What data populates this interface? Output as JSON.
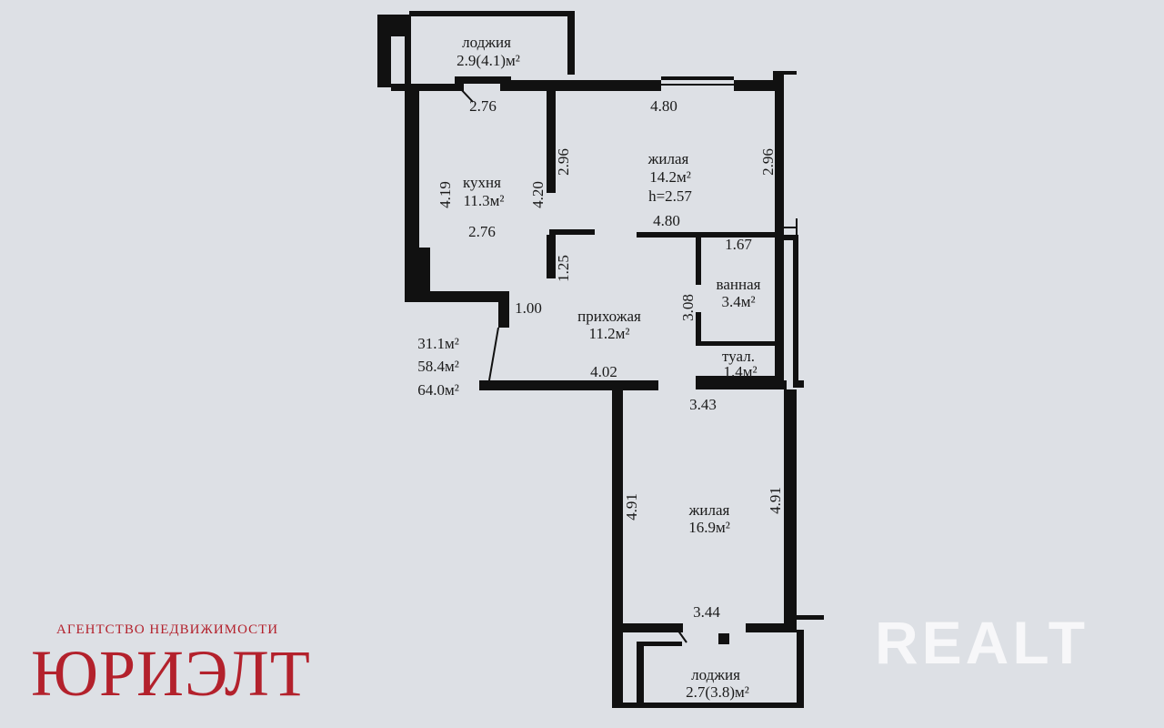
{
  "colors": {
    "background": "#dde0e5",
    "wall": "#111111",
    "brand_red": "#b3212c",
    "watermark": "#ffffff"
  },
  "rooms": {
    "loggia_top": {
      "name": "лоджия",
      "area": "2.9(4.1)м²"
    },
    "kitchen": {
      "name": "кухня",
      "area": "11.3м²"
    },
    "living_top": {
      "name": "жилая",
      "area": "14.2м²",
      "height": "h=2.57"
    },
    "hallway": {
      "name": "прихожая",
      "area": "11.2м²"
    },
    "bathroom": {
      "name": "ванная",
      "area": "3.4м²"
    },
    "toilet": {
      "name": "туал.",
      "area": "1.4м²"
    },
    "living_bottom": {
      "name": "жилая",
      "area": "16.9м²"
    },
    "loggia_bottom": {
      "name": "лоджия",
      "area": "2.7(3.8)м²"
    }
  },
  "totals": [
    "31.1м²",
    "58.4м²",
    "64.0м²"
  ],
  "dimensions": {
    "kitchen_top": "2.76",
    "living_top_top": "4.80",
    "living_top_right": "2.96",
    "living_top_left": "2.96",
    "kitchen_left": "4.19",
    "kitchen_right": "4.20",
    "kitchen_width": "2.76",
    "living_top_bottom": "4.80",
    "bath_top": "1.67",
    "hall_left": "1.25",
    "hall_door": "1.00",
    "bath_left": "3.08",
    "hall_bottom": "4.02",
    "bedroom_top": "3.43",
    "bedroom_left": "4.91",
    "bedroom_right": "4.91",
    "bedroom_bottom": "3.44"
  },
  "branding": {
    "agency_tagline": "АГЕНТСТВО НЕДВИЖИМОСТИ",
    "agency_name": "ЮРИЭЛТ",
    "watermark": "REALT",
    "watermark_icon": "realt-logo"
  }
}
